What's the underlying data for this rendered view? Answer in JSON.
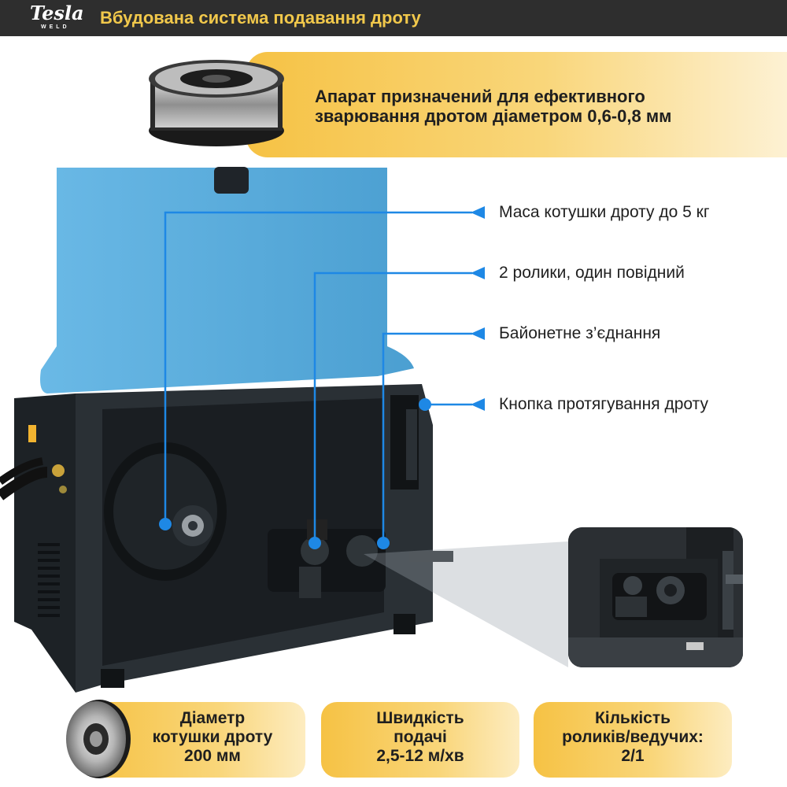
{
  "header": {
    "logo_main": "Tesla",
    "logo_sub": "WELD",
    "title": "Вбудована система подавання дроту"
  },
  "banner": {
    "line1": "Апарат призначений для ефективного",
    "line2": "зварювання дротом діаметром 0,6-0,8 мм"
  },
  "callouts": [
    {
      "label": "Маса котушки дроту до 5 кг"
    },
    {
      "label": "2 ролики, один повідний"
    },
    {
      "label": "Байонетне з’єднання"
    },
    {
      "label": "Кнопка протягування дроту"
    }
  ],
  "specs": [
    {
      "line1": "Діаметр",
      "line2": "котушки дроту",
      "line3": "200 мм"
    },
    {
      "line1": "Швидкість",
      "line2": "подачі",
      "line3": "2,5-12 м/хв"
    },
    {
      "line1": "Кількість",
      "line2": "роликів/ведучих:",
      "line3": "2/1"
    }
  ],
  "colors": {
    "header_bg": "#2e2e2e",
    "accent_yellow": "#f6c244",
    "callout_blue": "#1e88e5",
    "machine_body": "#22272b",
    "lid_blue": "#5aaedb"
  }
}
